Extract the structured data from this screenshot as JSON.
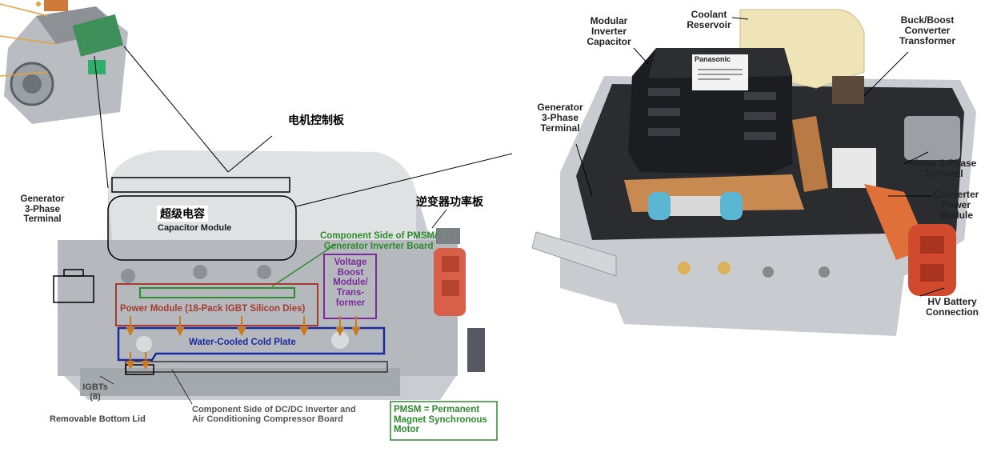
{
  "zh_labels": {
    "motor_control_board": "电机控制板",
    "super_capacitor": "超级电容",
    "inverter_power_board": "逆变器功率板"
  },
  "left_diagram": {
    "generator_terminal": [
      "Generator",
      "3-Phase",
      "Terminal"
    ],
    "capacitor_module": "Capacitor Module",
    "component_side_pmsm": [
      "Component Side of PMSM/",
      "Generator Inverter Board"
    ],
    "voltage_boost": [
      "Voltage",
      "Boost",
      "Module/",
      "Trans-",
      "former"
    ],
    "power_module": "Power Module (18-Pack IGBT Silicon Dies)",
    "cold_plate": "Water-Cooled Cold Plate",
    "igbts": [
      "IGBTs",
      "(8)"
    ],
    "bottom_lid": "Removable Bottom Lid",
    "component_side_dcdc": [
      "Component Side of DC/DC Inverter and",
      "Air Conditioning Compressor Board"
    ],
    "pmsm_note": [
      "PMSM = Permanent",
      "Magnet Synchronous",
      "Motor"
    ]
  },
  "right_photo": {
    "modular_inverter_capacitor": [
      "Modular",
      "Inverter",
      "Capacitor"
    ],
    "coolant_reservoir": [
      "Coolant",
      "Reservoir"
    ],
    "buck_boost": [
      "Buck/Boost",
      "Converter",
      "Transformer"
    ],
    "generator_terminal": [
      "Generator",
      "3-Phase",
      "Terminal"
    ],
    "motor_terminal": [
      "Motor 3-Phase",
      "Terminal"
    ],
    "converter_power_module": [
      "Converter",
      "Power",
      "Module"
    ],
    "hv_battery": [
      "HV Battery",
      "Connection"
    ],
    "brand": "Panasonic"
  },
  "colors": {
    "red_box": "#a63a2e",
    "green": "#2e8b2e",
    "purple": "#7a2a9a",
    "blue": "#1a2aa0",
    "orange": "#cc7a1a"
  }
}
